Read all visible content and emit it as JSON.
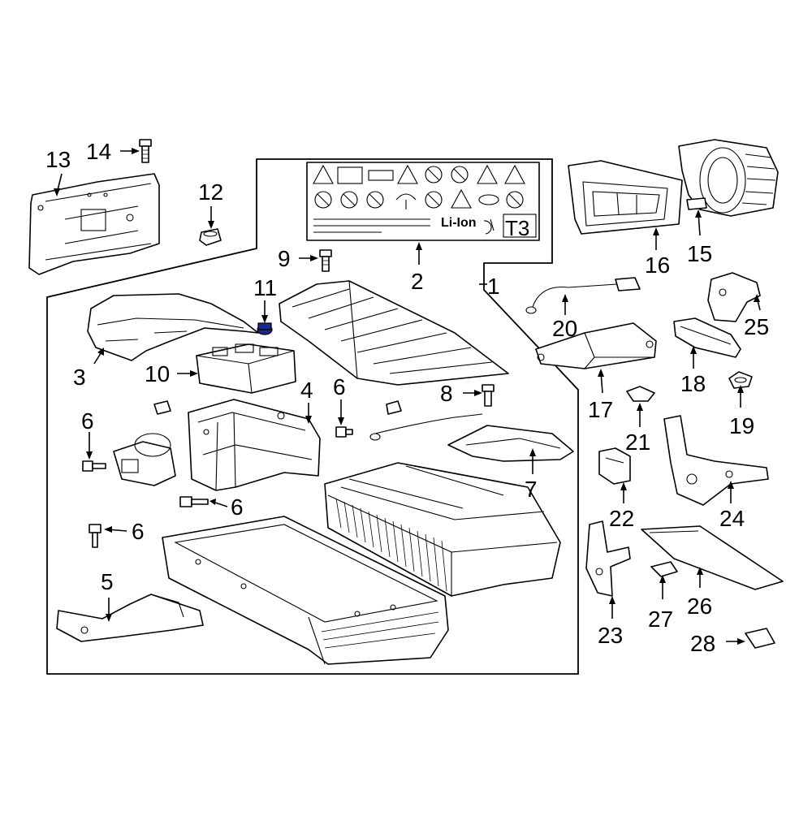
{
  "diagram": {
    "callouts": [
      {
        "id": "1",
        "label": "1"
      },
      {
        "id": "2",
        "label": "2"
      },
      {
        "id": "3",
        "label": "3"
      },
      {
        "id": "4",
        "label": "4"
      },
      {
        "id": "5",
        "label": "5"
      },
      {
        "id": "6a",
        "label": "6"
      },
      {
        "id": "6b",
        "label": "6"
      },
      {
        "id": "6c",
        "label": "6"
      },
      {
        "id": "6d",
        "label": "6"
      },
      {
        "id": "7",
        "label": "7"
      },
      {
        "id": "8",
        "label": "8"
      },
      {
        "id": "9",
        "label": "9"
      },
      {
        "id": "10",
        "label": "10"
      },
      {
        "id": "11",
        "label": "11"
      },
      {
        "id": "12",
        "label": "12"
      },
      {
        "id": "13",
        "label": "13"
      },
      {
        "id": "14",
        "label": "14"
      },
      {
        "id": "15",
        "label": "15"
      },
      {
        "id": "16",
        "label": "16"
      },
      {
        "id": "17",
        "label": "17"
      },
      {
        "id": "18",
        "label": "18"
      },
      {
        "id": "19",
        "label": "19"
      },
      {
        "id": "20",
        "label": "20"
      },
      {
        "id": "21",
        "label": "21"
      },
      {
        "id": "22",
        "label": "22"
      },
      {
        "id": "23",
        "label": "23"
      },
      {
        "id": "24",
        "label": "24"
      },
      {
        "id": "25",
        "label": "25"
      },
      {
        "id": "26",
        "label": "26"
      },
      {
        "id": "27",
        "label": "27"
      },
      {
        "id": "28",
        "label": "28"
      }
    ],
    "warning_label": {
      "battery_type": "Li-Ion",
      "class_code": "T3"
    },
    "highlight_color": "#1a2a8c"
  }
}
